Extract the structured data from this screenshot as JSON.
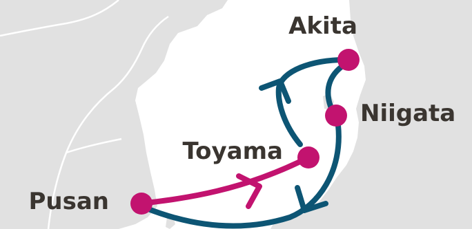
{
  "map": {
    "colors": {
      "land": "#e1e1e1",
      "water": "#ffffff",
      "border": "#ffffff",
      "route_inbound": "#c2136f",
      "route_outbound": "#0d5574",
      "port": "#c2136f",
      "label": "#3a3530"
    },
    "ports": [
      {
        "id": "akita",
        "name": "Akita"
      },
      {
        "id": "niigata",
        "name": "Niigata"
      },
      {
        "id": "toyama",
        "name": "Toyama"
      },
      {
        "id": "pusan",
        "name": "Pusan"
      }
    ],
    "routes": [
      {
        "id": "pusan-toyama",
        "from": "Pusan",
        "to": "Toyama",
        "color_key": "route_inbound"
      },
      {
        "id": "toyama-akita",
        "from": "Toyama",
        "to": "Akita",
        "color_key": "route_outbound"
      },
      {
        "id": "akita-niigata",
        "from": "Akita",
        "to": "Niigata",
        "color_key": "route_outbound"
      },
      {
        "id": "niigata-pusan",
        "from": "Niigata",
        "to": "Pusan",
        "color_key": "route_outbound"
      }
    ]
  }
}
